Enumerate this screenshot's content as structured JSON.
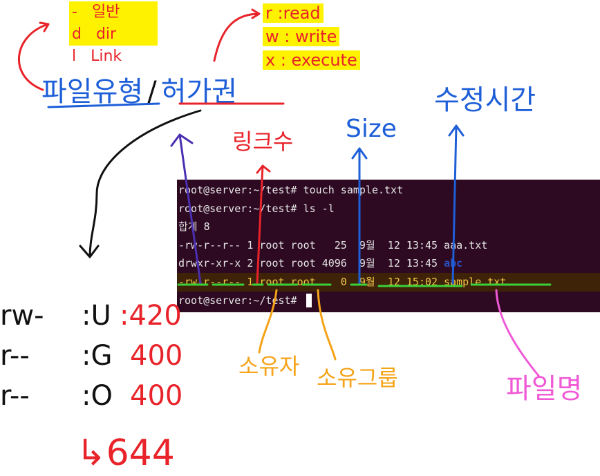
{
  "legend_type": {
    "items": [
      {
        "symbol": "-",
        "meaning": "일반"
      },
      {
        "symbol": "d",
        "meaning": "dir"
      },
      {
        "symbol": "l",
        "meaning": "Link"
      }
    ]
  },
  "legend_perm": {
    "items": [
      {
        "symbol": "r",
        "meaning": ":read"
      },
      {
        "symbol": "w",
        "meaning": ": write"
      },
      {
        "symbol": "x",
        "meaning": ": execute"
      }
    ]
  },
  "headings": {
    "file_type": "파일유형",
    "slash": "/",
    "permission": "허가권",
    "link_count": "링크수",
    "size": "Size",
    "mod_time": "수정시간",
    "owner": "소유자",
    "owner_group": "소유그룹",
    "filename": "파일명"
  },
  "terminal": {
    "lines": [
      "root@server:~/test# touch sample.txt",
      "root@server:~/test# ls -l",
      "합계 8",
      "-rw-r--r-- 1 root root   25  9월  12 13:45 aaa.txt",
      "drwxr-xr-x 2 root root 4096  9월  12 13:45 ",
      "-rw-r--r-- 1 root root    0  9월  12 15:02 sample.txt",
      "root@server:~/test# "
    ],
    "dir_name": "abc"
  },
  "permissions": {
    "rows": [
      {
        "bits": "rw-",
        "who": ":U",
        "value": ":420"
      },
      {
        "bits": "r--",
        "who": ":G",
        "value": "400"
      },
      {
        "bits": "r--",
        "who": ":O",
        "value": "400"
      }
    ],
    "result": "↳644"
  },
  "colors": {
    "red": "#e8232a",
    "blue": "#1e5fd8",
    "orange": "#f5a317",
    "pink": "#f05ad6",
    "green": "#3ad13a",
    "highlight": "#fff200",
    "terminal_bg": "#2d0922"
  }
}
